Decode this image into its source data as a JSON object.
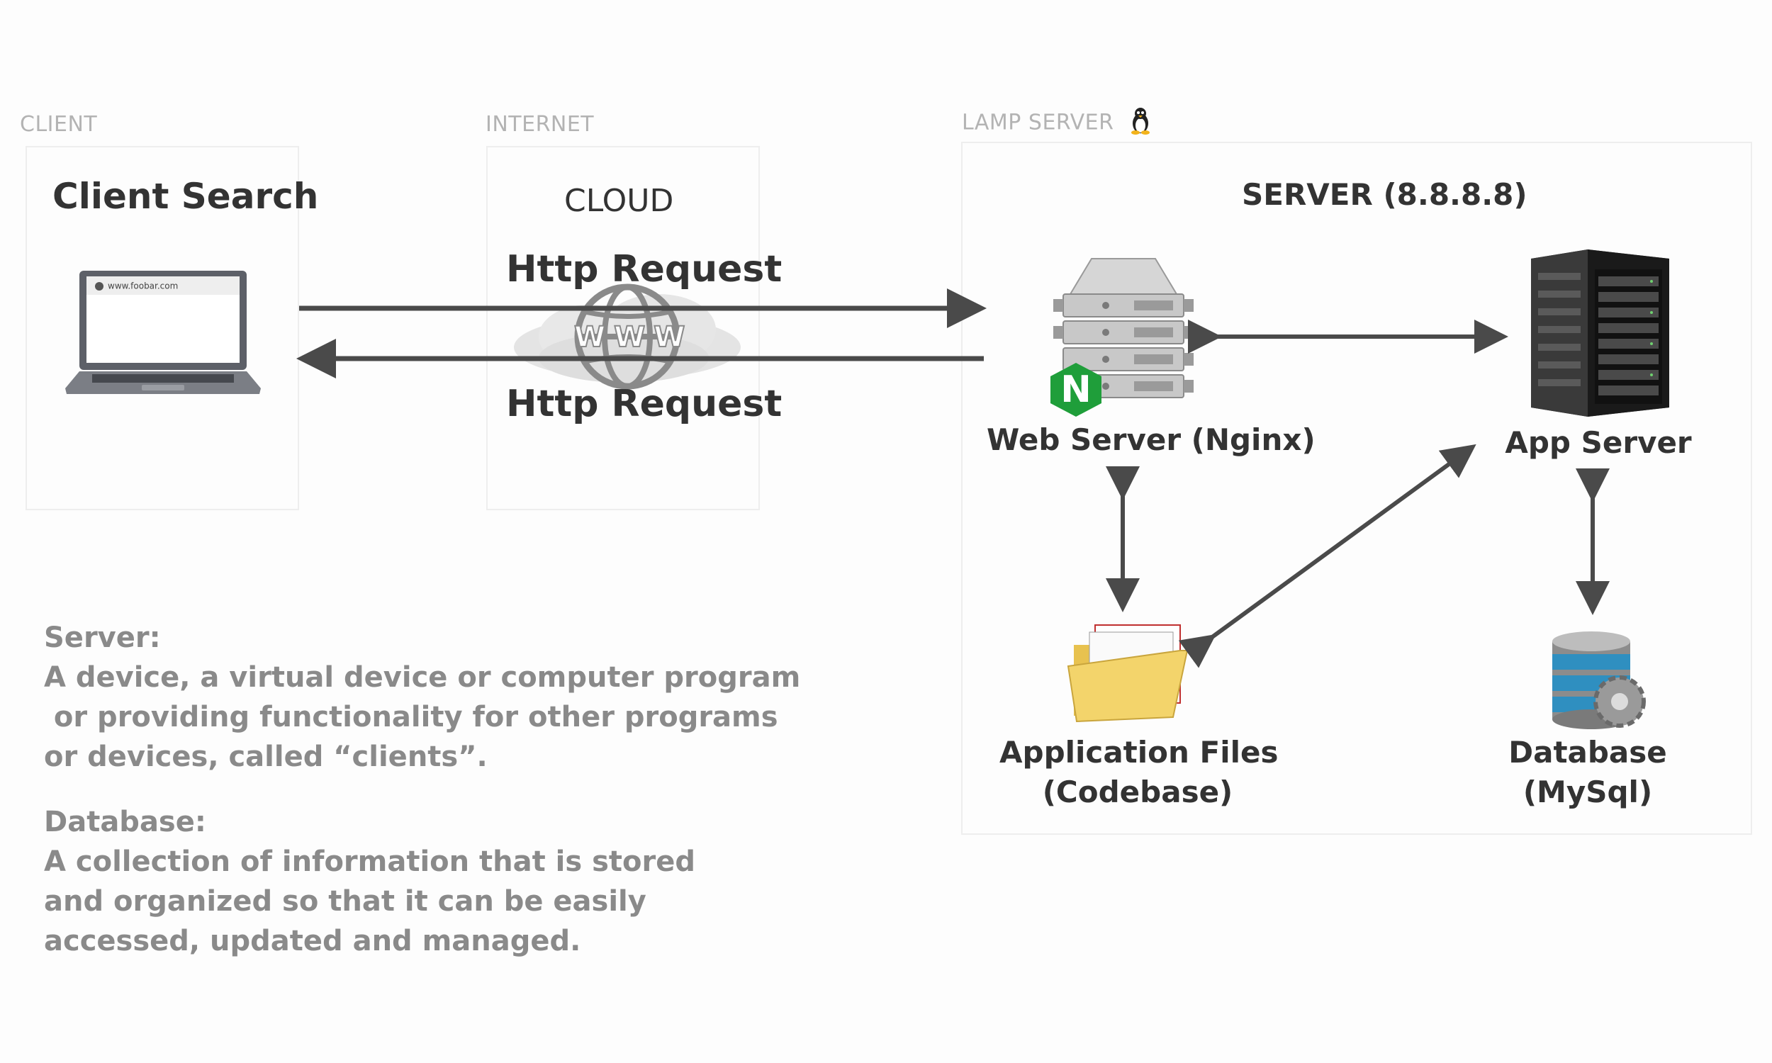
{
  "sections": {
    "client": "CLIENT",
    "internet": "INTERNET",
    "lamp": "LAMP SERVER"
  },
  "client_panel": {
    "title": "Client Search",
    "browser_url": "www.foobar.com"
  },
  "internet_panel": {
    "title": "CLOUD",
    "request_top": "Http Request",
    "request_bottom": "Http Request",
    "globe_text": "WWW"
  },
  "server_panel": {
    "title": "SERVER (8.8.8.8)",
    "web_server": "Web Server (Nginx)",
    "app_server": "App Server",
    "app_files_line1": "Application Files",
    "app_files_line2": "(Codebase)",
    "database_line1": "Database",
    "database_line2": "(MySql)",
    "nginx_letter": "N"
  },
  "descriptions": {
    "server_title": "Server:",
    "server_lines": [
      "A device, a virtual device or computer program",
      " or providing functionality for other programs",
      "or devices, called “clients”."
    ],
    "database_title": "Database:",
    "database_lines": [
      "A collection of information that is stored",
      "and organized so that it can be easily",
      "accessed, updated and managed."
    ]
  },
  "colors": {
    "arrow": "#4a4a4a",
    "section_label": "#b3b3b3",
    "description_text": "#8a8a8a",
    "nginx_green": "#1f9e3a",
    "folder_yellow": "#f3d46b",
    "db_blue": "#2f8fc0"
  }
}
